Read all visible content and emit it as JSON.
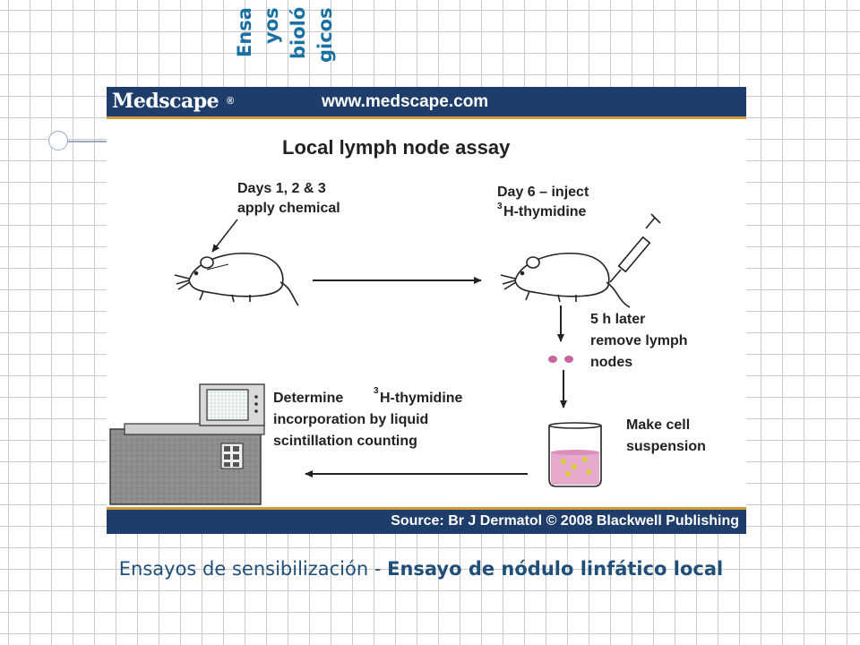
{
  "slide": {
    "side_title": [
      "Ensa",
      "yos",
      "bioló",
      "gicos"
    ],
    "caption_plain": "Ensayos de sensibilización - ",
    "caption_bold": "Ensayo de nódulo linfático local"
  },
  "figure": {
    "logo": "Medscape",
    "logo_reg": "®",
    "url": "www.medscape.com",
    "title": "Local lymph node assay",
    "step1_line1": "Days 1, 2 & 3",
    "step1_line2": "apply chemical",
    "step2_line1": "Day 6 – inject",
    "step2_sup": "3",
    "step2_line2": "H-thymidine",
    "step3_line1": "5 h later",
    "step3_line2": "remove lymph",
    "step3_line3": "nodes",
    "step4_line1": "Make cell",
    "step4_line2": "suspension",
    "step5_line1a": "Determine ",
    "step5_sup": "3",
    "step5_line1b": "H-thymidine",
    "step5_line2": "incorporation by liquid",
    "step5_line3": "scintillation counting",
    "source": "Source: Br J Dermatol © 2008 Blackwell Publishing"
  },
  "colors": {
    "header_bg": "#1f3d6b",
    "header_rule": "#d29a3a",
    "node_pink": "#c9659a",
    "liquid_pink": "#e7a9cc",
    "cell_yellow": "#d6cf3b",
    "counter_gray": "#8c8c8c",
    "title_blue": "#1a6fa3"
  }
}
